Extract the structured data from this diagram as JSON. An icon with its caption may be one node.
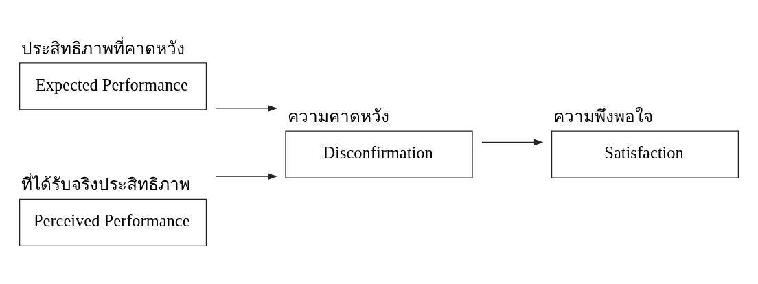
{
  "diagram": {
    "nodes": [
      {
        "text": [
          "ประสิทธิภาพที่คาดหวัง",
          "Expected Performance"
        ]
      },
      {
        "text": [
          "ที่ได้รับจริงประสิทธิภาพ",
          "Perceived Performance"
        ]
      },
      {
        "text": [
          "ความคาดหวัง",
          "Disconfirmation"
        ]
      },
      {
        "text": [
          "ความพึงพอใจ",
          "Satisfaction"
        ]
      }
    ],
    "edges": [
      {
        "from": 0,
        "to": 2,
        "arrow": "to"
      },
      {
        "from": 1,
        "to": 2,
        "arrow": "to"
      },
      {
        "from": 2,
        "to": 3,
        "arrow": "to"
      }
    ]
  }
}
